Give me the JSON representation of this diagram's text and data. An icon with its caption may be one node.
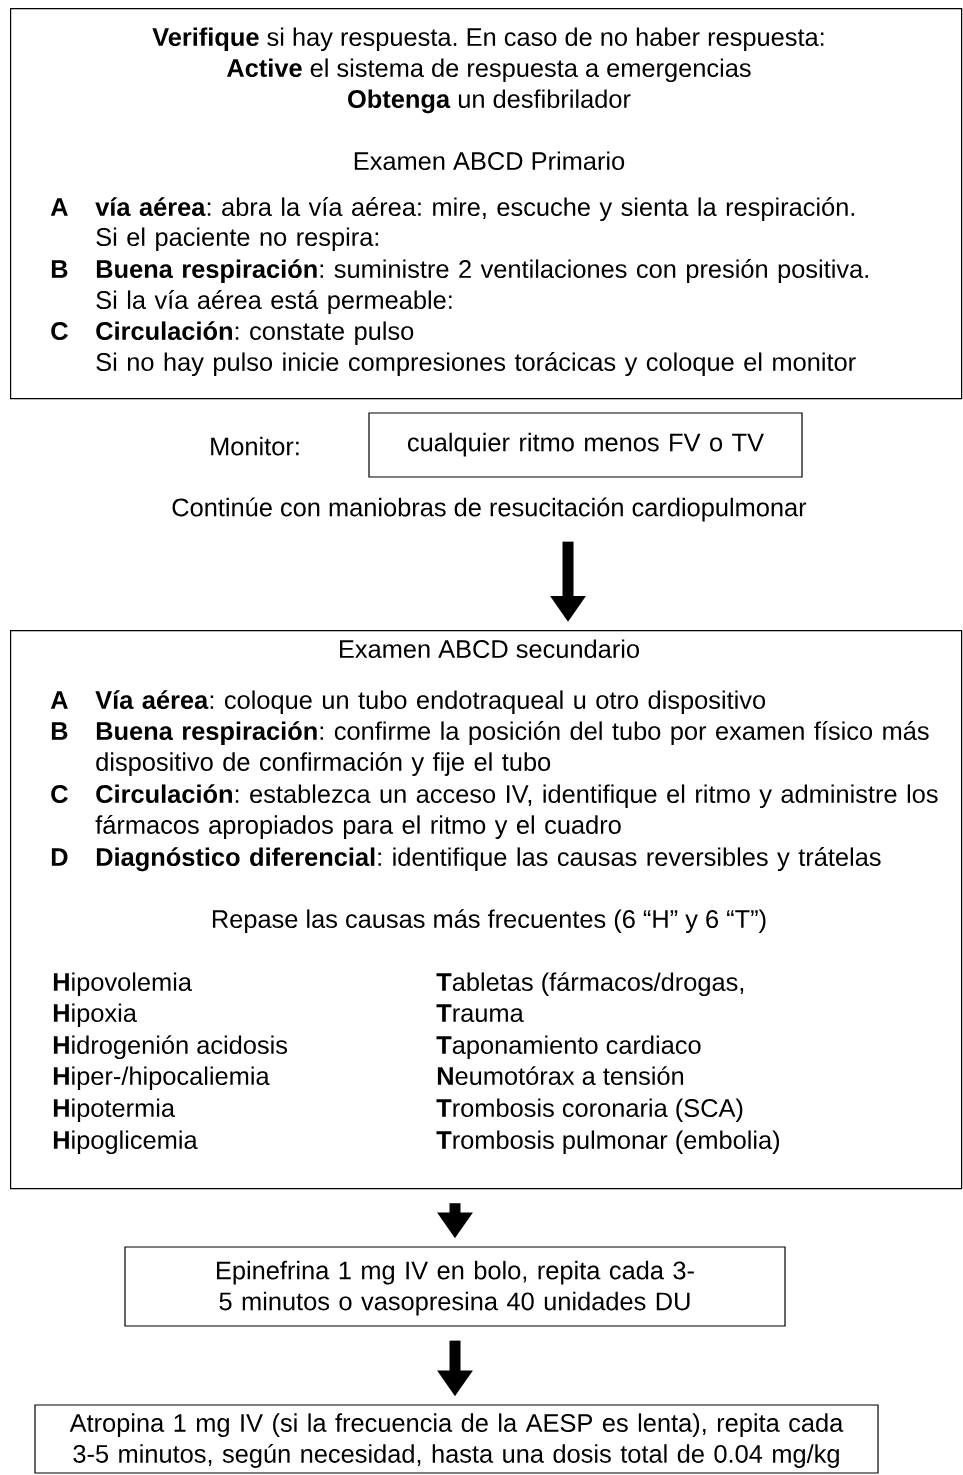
{
  "diagram": {
    "nodes": [
      {
        "text": [
          "**Verifique** si hay respuesta. En caso de no haber respuesta:",
          "**Active** el sistema de respuesta a emergencias",
          "**Obtenga** un desfibrilador",
          "Examen ABCD Primario",
          "A",
          "**vía aérea**: abra la vía aérea: mire, escuche y sienta la respiración.",
          "Si el paciente no respira:",
          "B",
          "**Buena respiración**: suministre 2 ventilaciones con presión positiva.",
          "Si la vía aérea está permeable:",
          "C",
          "**Circulación**: constate pulso",
          "Si no hay pulso inicie compresiones torácicas y coloque el monitor"
        ]
      },
      {
        "text": [
          "cualquier ritmo menos FV o TV"
        ]
      },
      {
        "text": [
          "Continúe con maniobras de resucitación cardiopulmonar"
        ]
      },
      {
        "text": [
          "Examen ABCD secundario",
          "A",
          "**Vía aérea**: coloque un tubo endotraqueal u otro dispositivo",
          "B",
          "**Buena respiración**: confirme la posición del tubo por examen físico más dispositivo de confirmación y fije el tubo",
          "C",
          "**Circulación**: establezca un acceso IV, identifique el ritmo y administre los fármacos apropiados para el ritmo y el cuadro",
          "D",
          "**Diagnóstico diferencial**: identifique las causas reversibles y trátelas",
          "Repase las causas más frecuentes (6 “H” y 6 “T”)",
          "**H**ipovolemia",
          "**H**ipoxia",
          "**H**idrogenión acidosis",
          "**H**iper-/hipocaliemia",
          "**H**ipotermia",
          "**H**ipoglicemia",
          "**T**abletas (fármacos/drogas,",
          "**T**rauma",
          "**T**aponamiento cardiaco",
          "**N**eumotórax a tensión",
          "**T**rombosis coronaria (SCA)",
          "**T**rombosis pulmonar (embolia)"
        ]
      },
      {
        "text": [
          "Epinefrina 1 mg IV en bolo, repita cada 3-5 minutos o vasopresina 40 unidades DU"
        ]
      },
      {
        "text": [
          "Atropina 1 mg IV (si la frecuencia de la AESP es lenta), repita cada 3-5 minutos, según necesidad, hasta una dosis total de 0.04 mg/kg"
        ]
      }
    ],
    "edges": [
      {
        "from": 2,
        "to": 3,
        "arrow": "to"
      },
      {
        "from": 3,
        "to": 4,
        "arrow": "to"
      },
      {
        "from": 4,
        "to": 5,
        "arrow": "to"
      }
    ],
    "labels": [
      "Monitor:"
    ]
  }
}
